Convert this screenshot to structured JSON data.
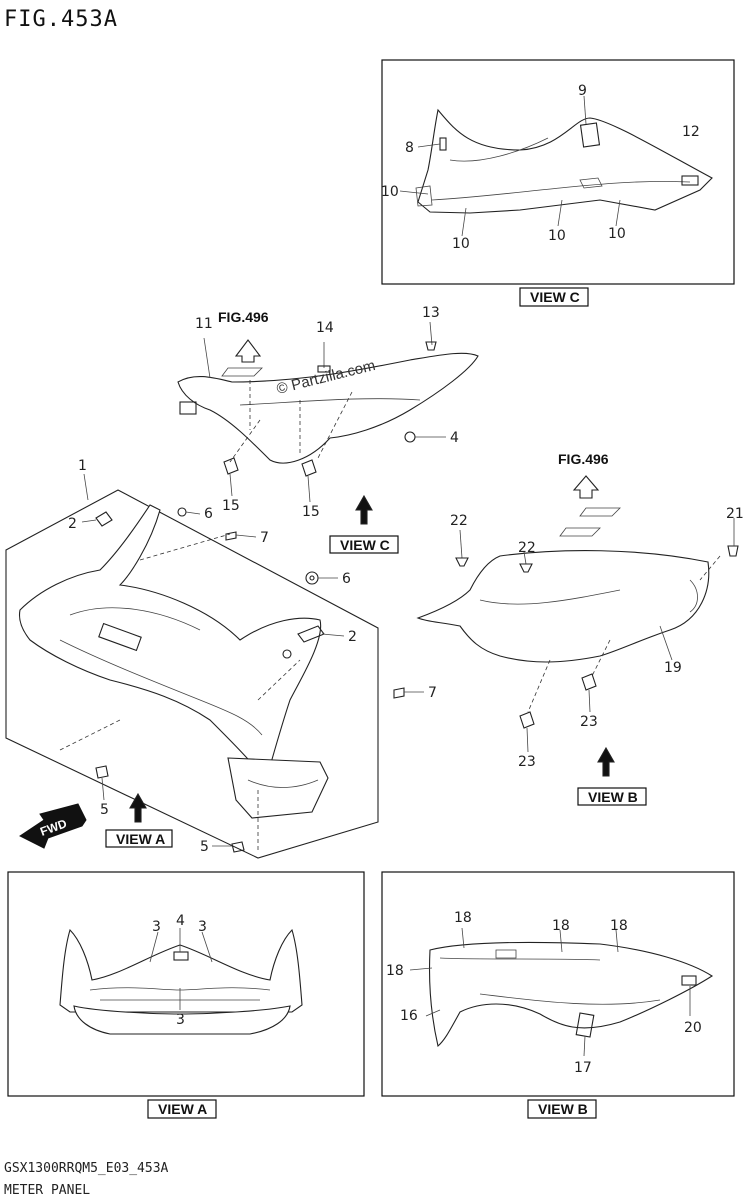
{
  "header": {
    "title": "FIG.453A"
  },
  "footer": {
    "code": "GSX1300RRQM5_E03_453A",
    "name": "METER PANEL"
  },
  "watermark": "© Partzilla.com",
  "refs": {
    "fig_496_top": "FIG.496",
    "fig_496_right": "FIG.496"
  },
  "views": {
    "a_main": "VIEW A",
    "c_main": "VIEW C",
    "b_main": "VIEW B",
    "c_box": "VIEW C",
    "a_box": "VIEW A",
    "b_box": "VIEW B"
  },
  "fwd": "FWD",
  "callouts": {
    "c9": "9",
    "c12": "12",
    "c8": "8",
    "c10a": "10",
    "c10b": "10",
    "c10c": "10",
    "c10d": "10",
    "c11": "11",
    "c14": "14",
    "c13": "13",
    "c4a": "4",
    "c15a": "15",
    "c15b": "15",
    "c1": "1",
    "c2a": "2",
    "c6a": "6",
    "c7a": "7",
    "c6b": "6",
    "c2b": "2",
    "c7b": "7",
    "c5a": "5",
    "c5b": "5",
    "c22a": "22",
    "c22b": "22",
    "c21": "21",
    "c19": "19",
    "c23a": "23",
    "c23b": "23",
    "c3a": "3",
    "c4b": "4",
    "c3b": "3",
    "c3c": "3",
    "c18a": "18",
    "c18b": "18",
    "c18c": "18",
    "c18d": "18",
    "c16": "16",
    "c17": "17",
    "c20": "20"
  }
}
